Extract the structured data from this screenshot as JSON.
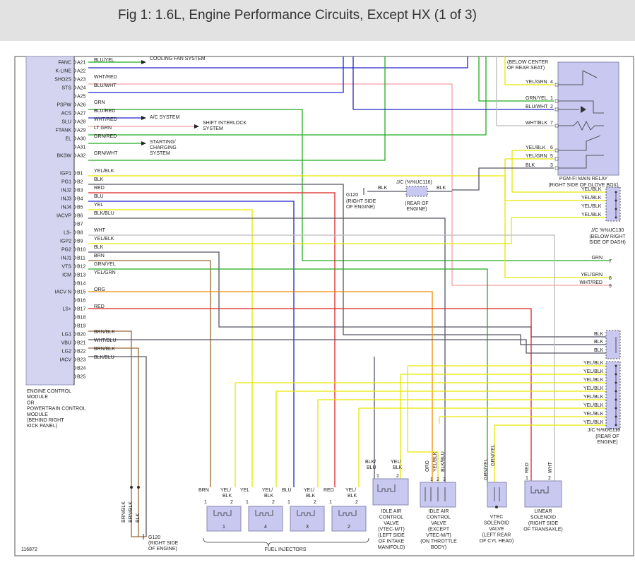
{
  "title": "Fig 1: 1.6L, Engine Performance Circuits, Except HX (1 of 3)",
  "ecm_label": [
    "ENGINE CONTROL",
    "MODULE",
    "OR",
    "POWERTRAIN CONTROL",
    "MODULE",
    "(BEHIND RIGHT",
    "KICK PANEL)"
  ],
  "pins_a": [
    {
      "sig": "FANC",
      "pin": "A21",
      "wire": "BLU/YEL"
    },
    {
      "sig": "K-LINE",
      "pin": "A22",
      "wire": ""
    },
    {
      "sig": "SHO2S",
      "pin": "A23",
      "wire": "WHT/RED"
    },
    {
      "sig": "STS",
      "pin": "A24",
      "wire": "BLU/WHT"
    },
    {
      "sig": "",
      "pin": "A25",
      "wire": ""
    },
    {
      "sig": "PSPW",
      "pin": "A26",
      "wire": "GRN"
    },
    {
      "sig": "ACS",
      "pin": "A27",
      "wire": "BLU/RED"
    },
    {
      "sig": "SLU",
      "pin": "A28",
      "wire": "WHT/RED"
    },
    {
      "sig": "FTANK",
      "pin": "A29",
      "wire": "LT GRN"
    },
    {
      "sig": "EL",
      "pin": "A30",
      "wire": "GRN/RED"
    },
    {
      "sig": "",
      "pin": "A31",
      "wire": ""
    },
    {
      "sig": "BKSW",
      "pin": "A32",
      "wire": "GRN/WHT"
    }
  ],
  "pins_b": [
    {
      "sig": "IGP1",
      "pin": "B1",
      "wire": "YEL/BLK"
    },
    {
      "sig": "PG1",
      "pin": "B2",
      "wire": "BLK"
    },
    {
      "sig": "INJ2",
      "pin": "B3",
      "wire": "RED"
    },
    {
      "sig": "INJ3",
      "pin": "B4",
      "wire": "BLU"
    },
    {
      "sig": "INJ4",
      "pin": "B5",
      "wire": "YEL"
    },
    {
      "sig": "IACVP",
      "pin": "B6",
      "wire": "BLK/BLU"
    },
    {
      "sig": "",
      "pin": "B7",
      "wire": ""
    },
    {
      "sig": "LS-",
      "pin": "B8",
      "wire": "WHT"
    },
    {
      "sig": "IGP2",
      "pin": "B9",
      "wire": "YEL/BLK"
    },
    {
      "sig": "PG2",
      "pin": "B10",
      "wire": "BLK"
    },
    {
      "sig": "INJ1",
      "pin": "B11",
      "wire": "BRN"
    },
    {
      "sig": "VTS",
      "pin": "B12",
      "wire": "GRN/YEL"
    },
    {
      "sig": "ICM",
      "pin": "B13",
      "wire": "YEL/GRN"
    },
    {
      "sig": "",
      "pin": "B14",
      "wire": ""
    },
    {
      "sig": "IACV N",
      "pin": "B15",
      "wire": "ORG"
    },
    {
      "sig": "",
      "pin": "B16",
      "wire": ""
    },
    {
      "sig": "LS+",
      "pin": "B17",
      "wire": "RED"
    },
    {
      "sig": "",
      "pin": "B18",
      "wire": ""
    },
    {
      "sig": "",
      "pin": "B19",
      "wire": ""
    },
    {
      "sig": "LG1",
      "pin": "B20",
      "wire": "BRN/BLK"
    },
    {
      "sig": "VBU",
      "pin": "B21",
      "wire": "WHT/BLU"
    },
    {
      "sig": "LG2",
      "pin": "B22",
      "wire": "BRN/BLK"
    },
    {
      "sig": "IACV",
      "pin": "B23",
      "wire": "BLK/BLU"
    },
    {
      "sig": "",
      "pin": "B24",
      "wire": ""
    },
    {
      "sig": "",
      "pin": "B25",
      "wire": ""
    }
  ],
  "arrows": {
    "cooling_fan": "COOLING FAN SYSTEM",
    "ac": "A/C SYSTEM",
    "shift": [
      "SHIFT INTERLOCK",
      "SYSTEM"
    ],
    "starting": [
      "STARTING/",
      "CHARGING",
      "SYSTEM"
    ]
  },
  "relay": {
    "loc_top": [
      "(BELOW CENTER",
      "OF REAR SEAT)"
    ],
    "name": [
      "PGM-FI MAIN RELAY",
      "(RIGHT SIDE OF GLOVE BOX)"
    ],
    "pins": [
      {
        "wire": "YEL/GRN",
        "pin": "4"
      },
      {
        "wire": "GRN/YEL",
        "pin": "1"
      },
      {
        "wire": "BLU/WHT",
        "pin": "2"
      },
      {
        "wire": "WHT/BLK",
        "pin": "7"
      },
      {
        "wire": "YEL/BLK",
        "pin": "6"
      },
      {
        "wire": "YEL/GRN",
        "pin": "5"
      },
      {
        "wire": "BLK",
        "pin": "3"
      }
    ]
  },
  "jc_uc116_top": {
    "name": "J/C (%%UC116)",
    "loc": [
      "(REAR OF",
      "ENGINE)"
    ],
    "left_wire": "BLK",
    "right_wire": "BLK"
  },
  "g120_top": {
    "name": "G120",
    "loc": [
      "(RIGHT SIDE",
      "OF ENGINE)"
    ]
  },
  "jc_uc130": {
    "wires": [
      "YEL/BLK",
      "YEL/BLK",
      "YEL/BLK",
      "YEL/BLK"
    ],
    "name": "J/C %%UC130",
    "loc": [
      "(BELOW RIGHT",
      "SIDE OF DASH)"
    ]
  },
  "right_wires": [
    {
      "wire": "GRN",
      "num": "7"
    },
    {
      "wire": "YEL/GRN",
      "num": "8"
    },
    {
      "wire": "WHT/RED",
      "num": "9"
    }
  ],
  "jc_blk": [
    "BLK",
    "BLK",
    "BLK"
  ],
  "jc_uc116_bottom": {
    "wires": [
      "YEL/BLK",
      "YEL/BLK",
      "YEL/BLK",
      "YEL/BLK",
      "YEL/BLK",
      "YEL/BLK",
      "YEL/BLK",
      "YEL/BLK"
    ],
    "name": "J/C %%UC116",
    "loc": [
      "(REAR OF",
      "ENGINE)"
    ]
  },
  "injectors": {
    "numbers": [
      "1",
      "4",
      "3",
      "2"
    ],
    "wires": [
      [
        "BRN",
        "YEL/BLK"
      ],
      [
        "YEL",
        "YEL/BLK"
      ],
      [
        "BLU",
        "YEL/BLK"
      ],
      [
        "RED",
        "YEL/BLK"
      ]
    ],
    "pins": [
      "1",
      "2"
    ],
    "label": "FUEL INJECTORS"
  },
  "iac_mt": {
    "wires": [
      "BLK/BLU",
      "YEL/BLK"
    ],
    "pins": [
      "1",
      "2"
    ],
    "label": [
      "IDLE AIR",
      "CONTROL",
      "VALVE",
      "(VTEC-M/T)",
      "(LEFT SIDE",
      "OF INTAKE",
      "MANIFOLD)"
    ]
  },
  "iac_except": {
    "wires": [
      "ORG",
      "YEL/BLK",
      "BLK/BLU"
    ],
    "pins": [
      "1",
      "2",
      "3"
    ],
    "label": [
      "IDLE AIR",
      "CONTROL",
      "VALVE",
      "(EXCEPT",
      "VTEC-M/T)",
      "(ON THROTTLE",
      "BODY)"
    ]
  },
  "vtec": {
    "wires": [
      "GRN/YEL",
      "GRN/YEL"
    ],
    "label": [
      "VTEC",
      "SOLENOID",
      "VALVE",
      "(LEFT REAR",
      "OF CYL HEAD)"
    ]
  },
  "linear": {
    "wires": [
      "RED",
      "WHT"
    ],
    "pins": [
      "1",
      "2"
    ],
    "label": [
      "LINEAR",
      "SOLENOID",
      "(RIGHT SIDE",
      "OF TRANSAXLE)"
    ]
  },
  "bottom_ground": {
    "wires": [
      "BRN/BLK",
      "BRN/BLK",
      "BLK"
    ],
    "name": "G120",
    "loc": [
      "(RIGHT SIDE",
      "OF ENGINE)"
    ]
  },
  "figure_id": "116872",
  "colors": {
    "blue": "#2222cc",
    "green": "#22aa22",
    "yellow": "#e6e600",
    "red": "#dd2222",
    "brown": "#996633",
    "orange": "#ee8800",
    "pink": "#f0a0a0",
    "gray": "#555566",
    "lightgray": "#bbbbbb",
    "component": "#c8c8f0",
    "ecm": "#d4d4f0"
  }
}
